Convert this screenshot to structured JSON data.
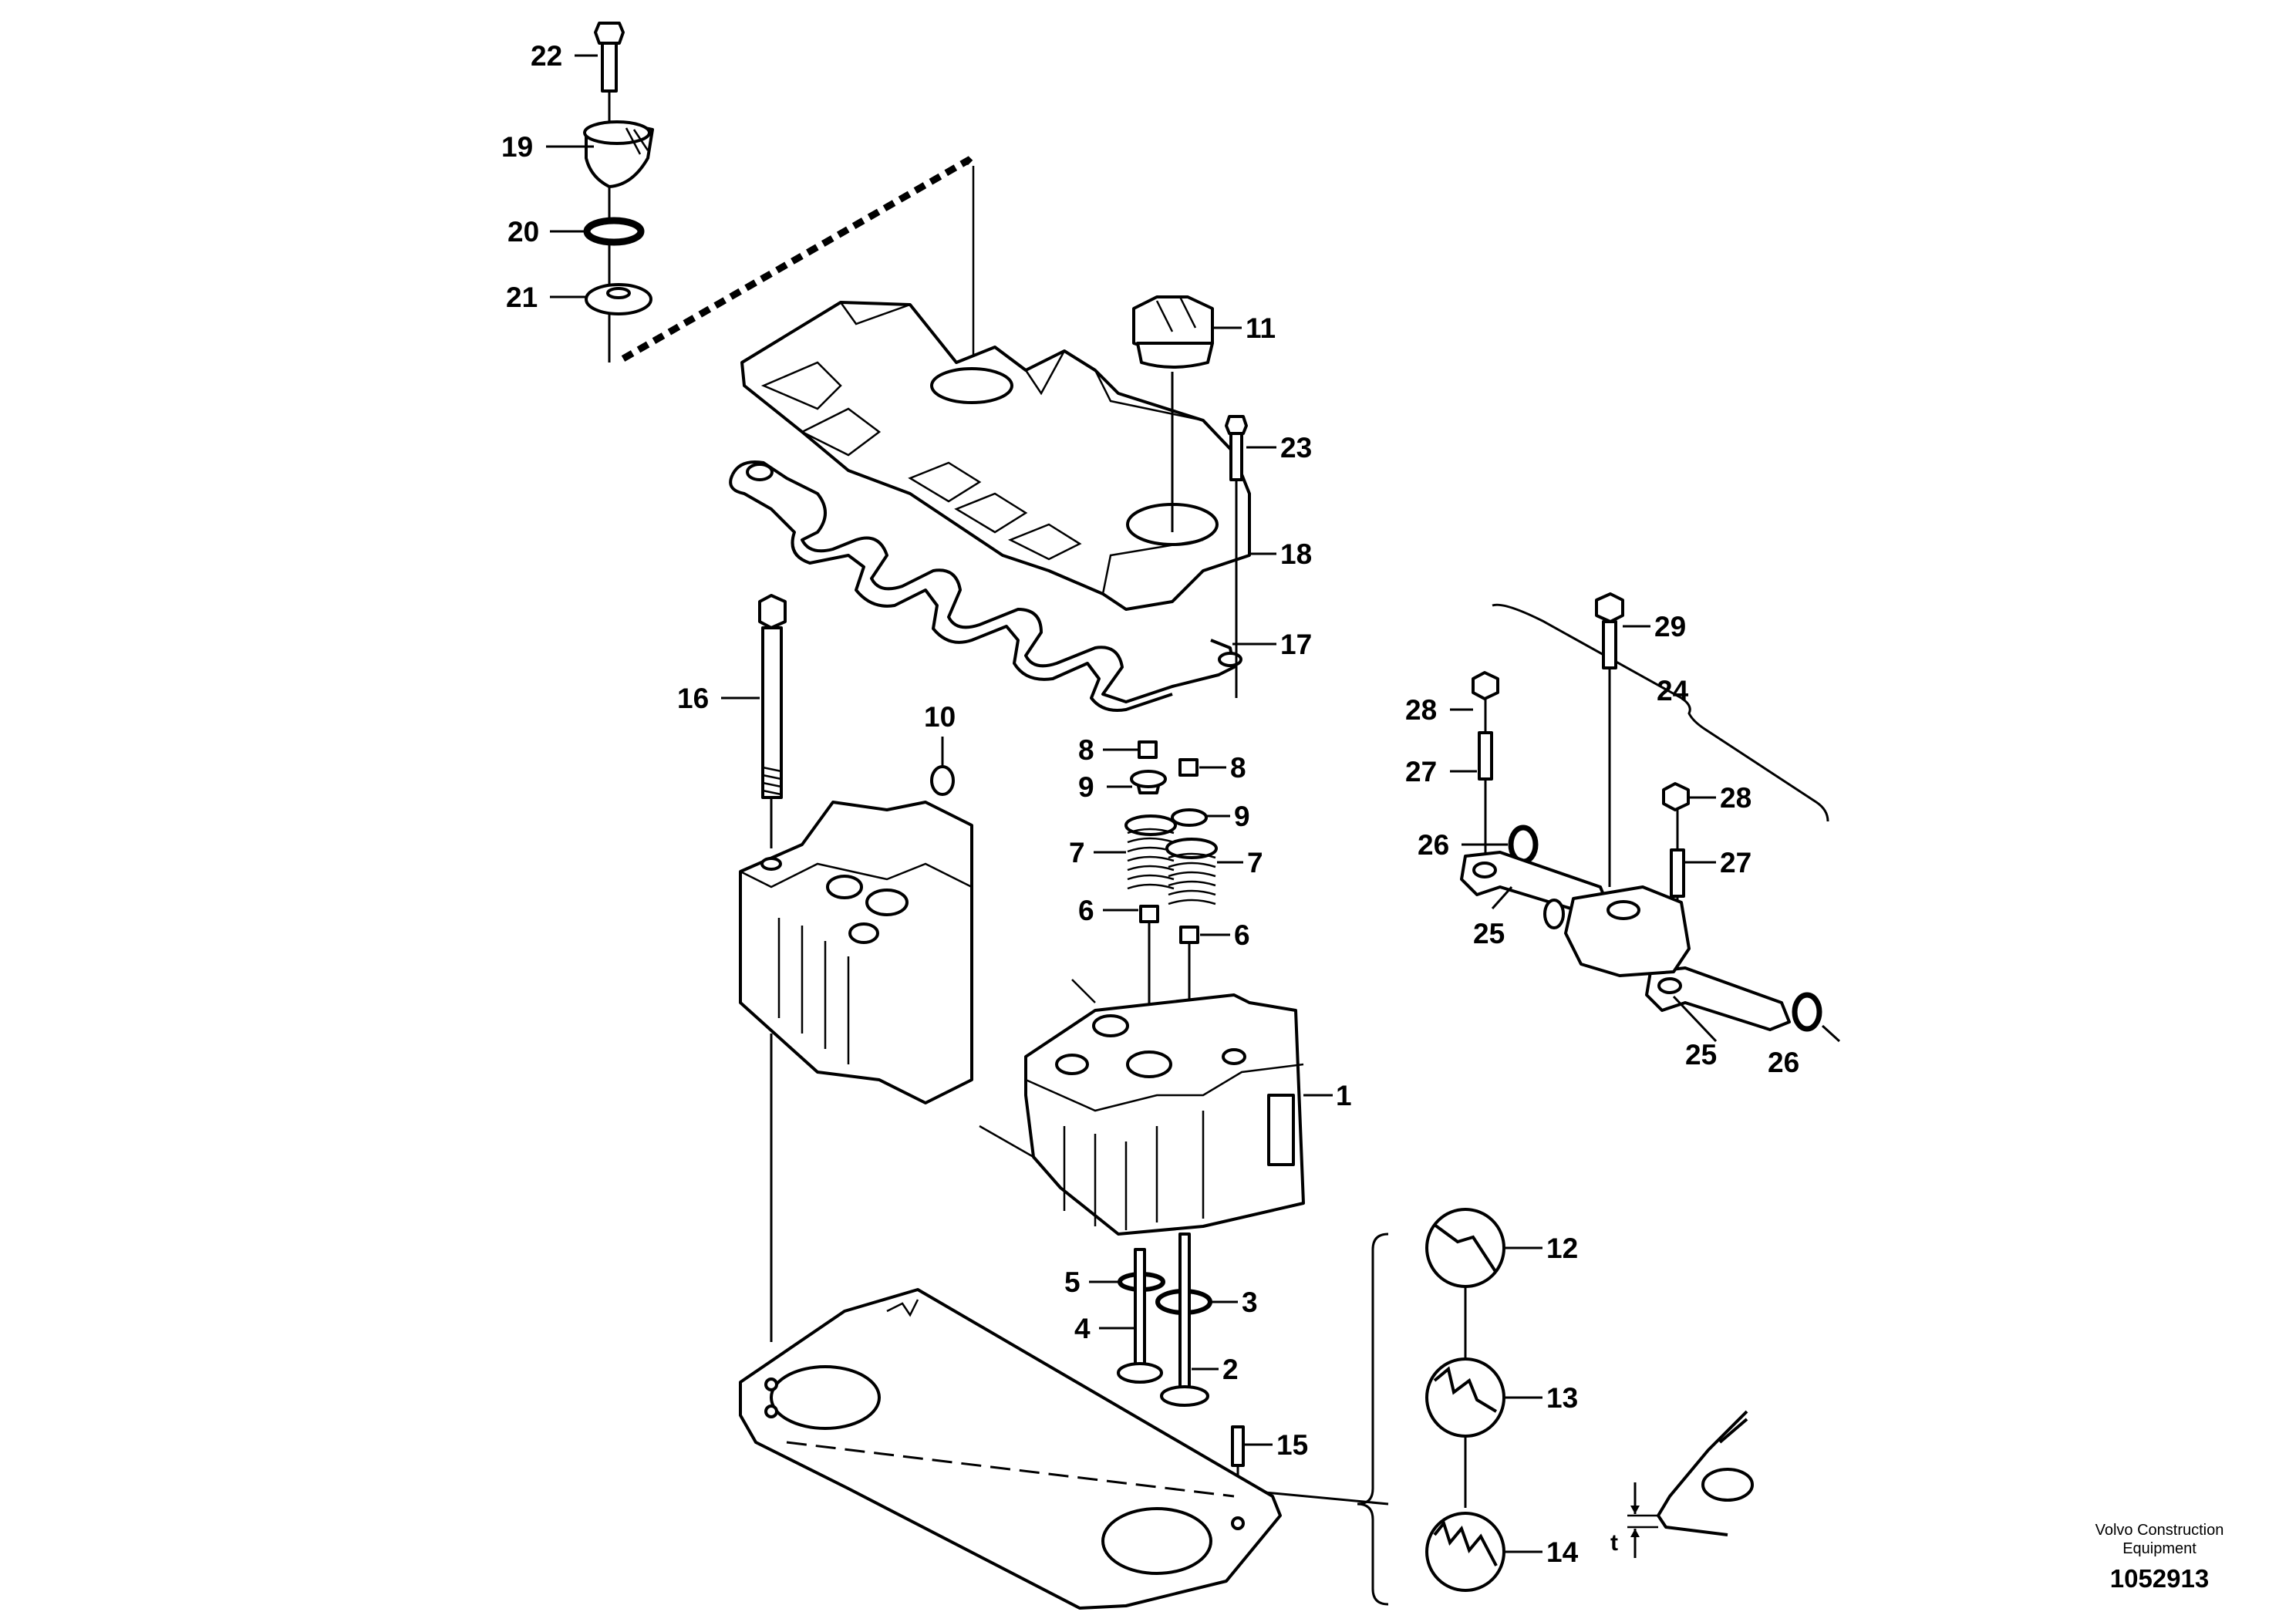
{
  "callouts": [
    {
      "id": "22",
      "text": "22"
    },
    {
      "id": "19",
      "text": "19"
    },
    {
      "id": "20",
      "text": "20"
    },
    {
      "id": "21",
      "text": "21"
    },
    {
      "id": "11",
      "text": "11"
    },
    {
      "id": "23",
      "text": "23"
    },
    {
      "id": "18",
      "text": "18"
    },
    {
      "id": "17",
      "text": "17"
    },
    {
      "id": "16",
      "text": "16"
    },
    {
      "id": "10",
      "text": "10"
    },
    {
      "id": "8a",
      "text": "8"
    },
    {
      "id": "8b",
      "text": "8"
    },
    {
      "id": "9a",
      "text": "9"
    },
    {
      "id": "9b",
      "text": "9"
    },
    {
      "id": "7a",
      "text": "7"
    },
    {
      "id": "7b",
      "text": "7"
    },
    {
      "id": "6a",
      "text": "6"
    },
    {
      "id": "6b",
      "text": "6"
    },
    {
      "id": "1",
      "text": "1"
    },
    {
      "id": "5",
      "text": "5"
    },
    {
      "id": "3",
      "text": "3"
    },
    {
      "id": "4",
      "text": "4"
    },
    {
      "id": "2",
      "text": "2"
    },
    {
      "id": "15",
      "text": "15"
    },
    {
      "id": "12",
      "text": "12"
    },
    {
      "id": "13",
      "text": "13"
    },
    {
      "id": "14",
      "text": "14"
    },
    {
      "id": "29",
      "text": "29"
    },
    {
      "id": "24",
      "text": "24"
    },
    {
      "id": "28a",
      "text": "28"
    },
    {
      "id": "28b",
      "text": "28"
    },
    {
      "id": "27a",
      "text": "27"
    },
    {
      "id": "27b",
      "text": "27"
    },
    {
      "id": "26a",
      "text": "26"
    },
    {
      "id": "26b",
      "text": "26"
    },
    {
      "id": "25a",
      "text": "25"
    },
    {
      "id": "25b",
      "text": "25"
    },
    {
      "id": "t",
      "text": "t"
    }
  ],
  "footer": {
    "brand_line1": "Volvo Construction",
    "brand_line2": "Equipment",
    "doc_number": "1052913"
  }
}
